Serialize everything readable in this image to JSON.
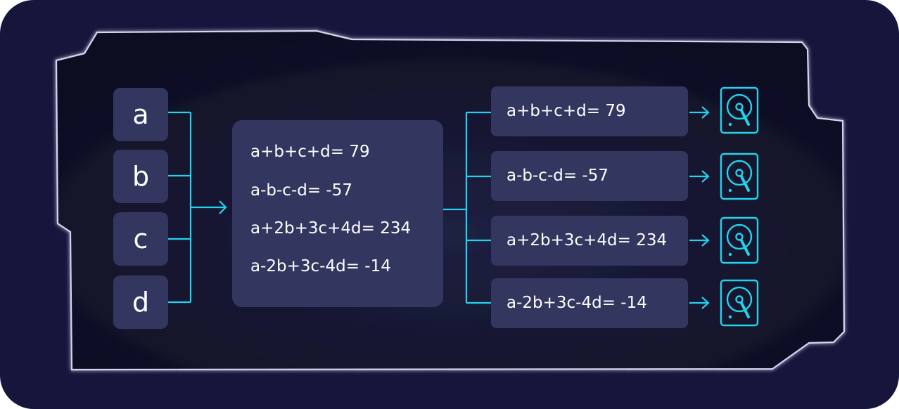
{
  "colors": {
    "frame_bg": "#16163d",
    "panel_bg": "#111128",
    "panel_glow": "#d7d7ee",
    "box_bg": "#333760",
    "text": "#ffffff",
    "accent": "#22d3ee"
  },
  "inputs": [
    {
      "label": "a"
    },
    {
      "label": "b"
    },
    {
      "label": "c"
    },
    {
      "label": "d"
    }
  ],
  "encoder": {
    "lines": [
      "a+b+c+d= 79",
      "a-b-c-d= -57",
      "a+2b+3c+4d= 234",
      "a-2b+3c-4d= -14"
    ]
  },
  "outputs": [
    {
      "label": "a+b+c+d= 79",
      "icon": "hard-drive-icon"
    },
    {
      "label": "a-b-c-d= -57",
      "icon": "hard-drive-icon"
    },
    {
      "label": "a+2b+3c+4d= 234",
      "icon": "hard-drive-icon"
    },
    {
      "label": "a-2b+3c-4d= -14",
      "icon": "hard-drive-icon"
    }
  ]
}
